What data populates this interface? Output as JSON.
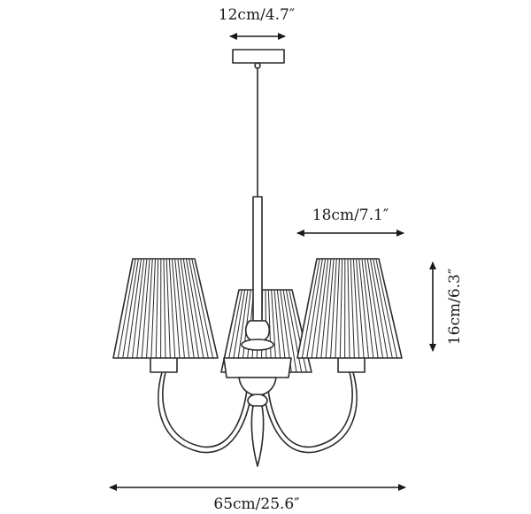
{
  "dimensions": {
    "canopy_width": "12cm/4.7″",
    "shade_width": "18cm/7.1″",
    "shade_height": "16cm/6.3″",
    "overall_width": "65cm/25.6″"
  }
}
